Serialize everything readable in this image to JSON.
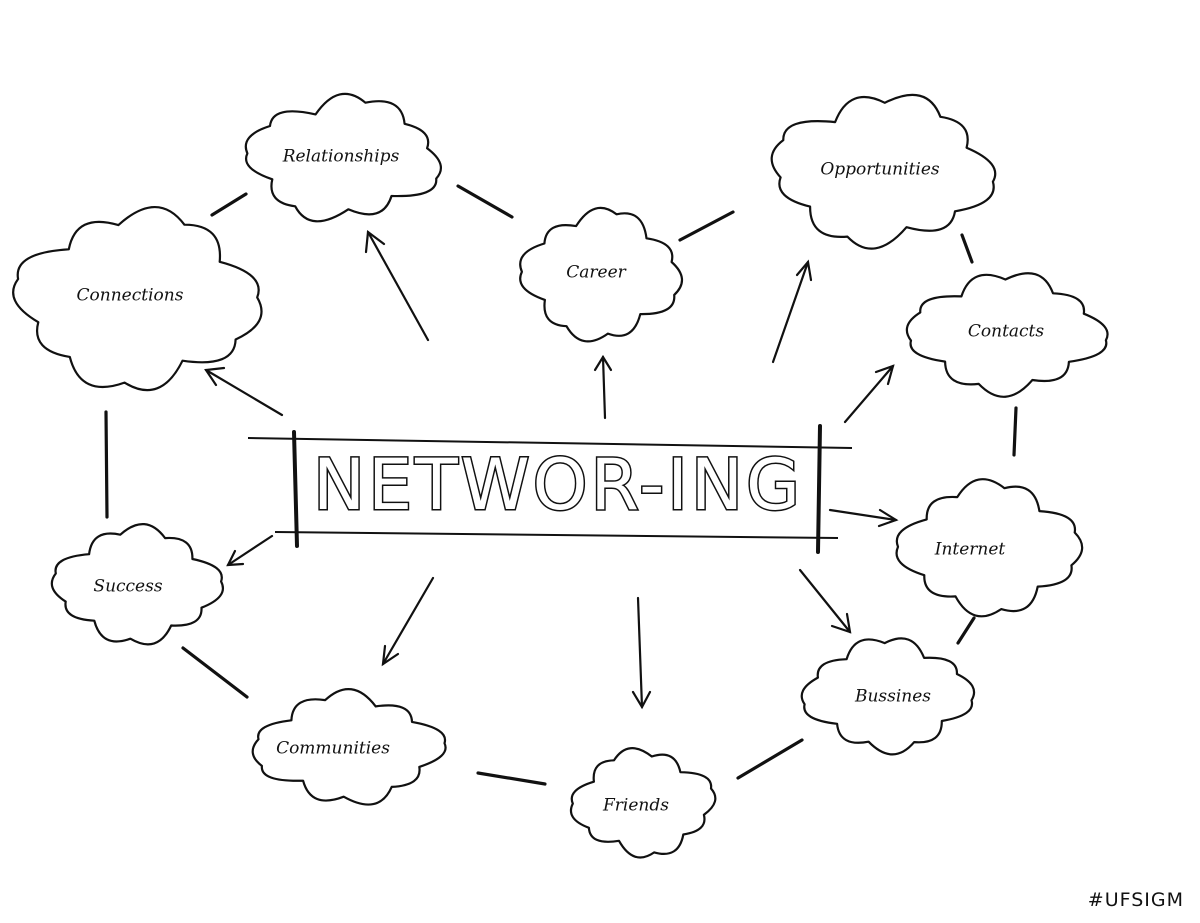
{
  "title": "NETWOR-ING",
  "hashtag": "#UFSIGM",
  "colors": {
    "ink": "#111111",
    "paper": "#ffffff"
  },
  "nodes": [
    {
      "id": "relationships",
      "label": "Relationships"
    },
    {
      "id": "opportunities",
      "label": "Opportunities"
    },
    {
      "id": "connections",
      "label": "Connections"
    },
    {
      "id": "career",
      "label": "Career"
    },
    {
      "id": "contacts",
      "label": "Contacts"
    },
    {
      "id": "success",
      "label": "Success"
    },
    {
      "id": "internet",
      "label": "Internet"
    },
    {
      "id": "bussines",
      "label": "Bussines"
    },
    {
      "id": "communities",
      "label": "Communities"
    },
    {
      "id": "friends",
      "label": "Friends"
    }
  ],
  "arrows_from_center_to": [
    "relationships",
    "career",
    "opportunities",
    "contacts",
    "internet",
    "bussines",
    "friends",
    "communities",
    "success",
    "connections"
  ],
  "ring_links": [
    [
      "connections",
      "relationships"
    ],
    [
      "relationships",
      "career"
    ],
    [
      "career",
      "opportunities"
    ],
    [
      "opportunities",
      "contacts"
    ],
    [
      "contacts",
      "internet"
    ],
    [
      "internet",
      "bussines"
    ],
    [
      "bussines",
      "friends"
    ],
    [
      "friends",
      "communities"
    ],
    [
      "communities",
      "success"
    ],
    [
      "success",
      "connections"
    ]
  ]
}
